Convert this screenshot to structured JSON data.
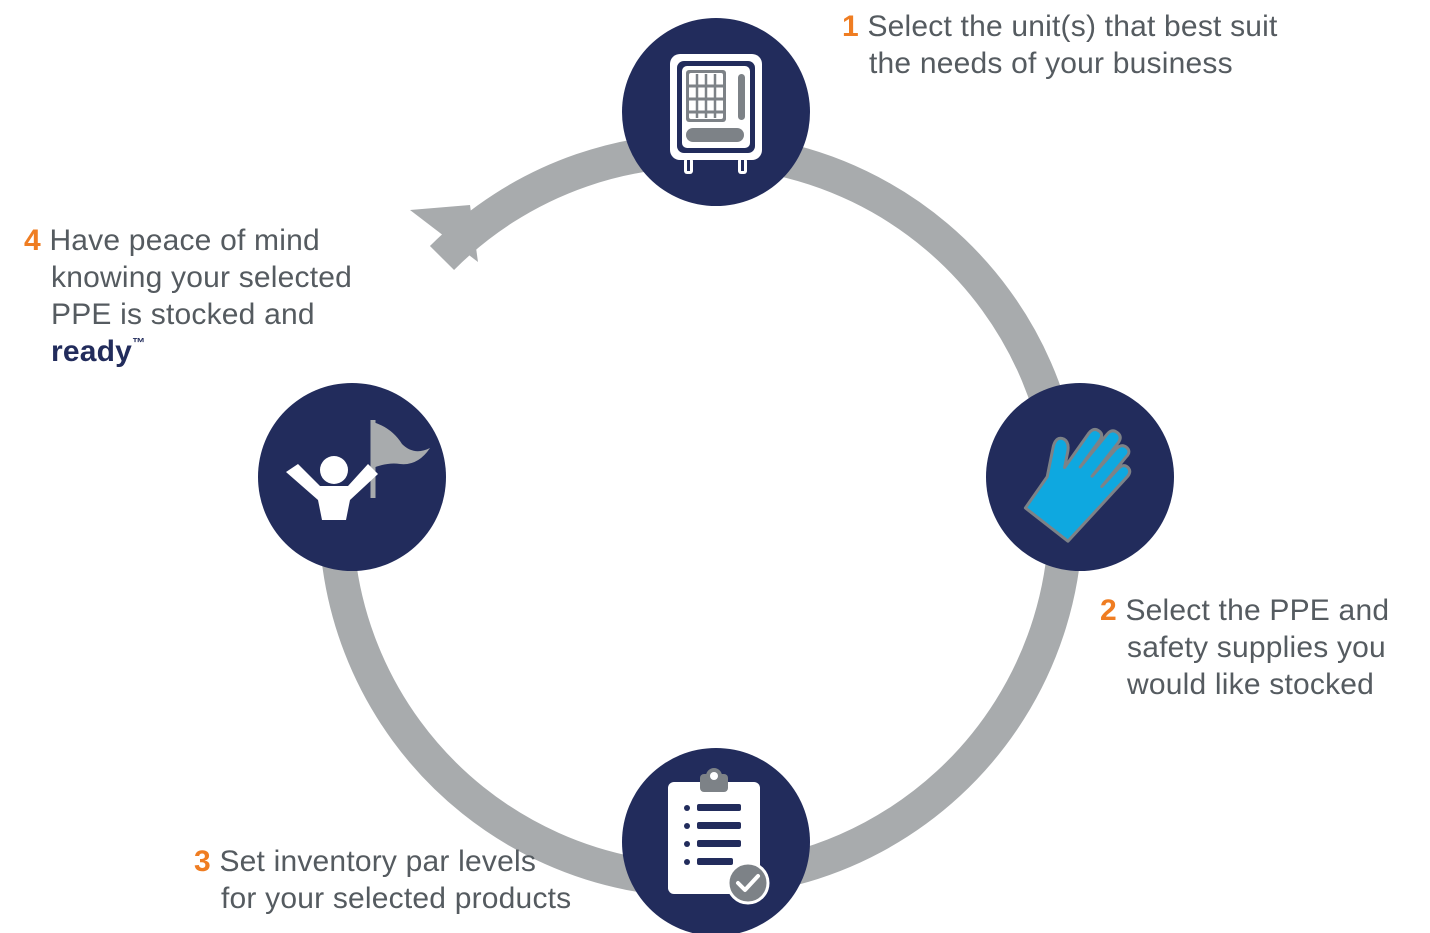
{
  "colors": {
    "circle": "#222c5c",
    "ring": "#a8abad",
    "accent": "#ef7d22",
    "glove": "#0ea8e0",
    "text": "#555b60"
  },
  "steps": [
    {
      "number": "1",
      "lines": [
        "Select the unit(s) that best suit",
        "the needs of your business"
      ],
      "icon": "vending-machine-icon"
    },
    {
      "number": "2",
      "lines": [
        "Select the PPE and",
        "safety supplies you",
        "would like stocked"
      ],
      "icon": "glove-icon"
    },
    {
      "number": "3",
      "lines": [
        "Set inventory par levels",
        "for your selected products"
      ],
      "icon": "clipboard-checklist-icon"
    },
    {
      "number": "4",
      "lines": [
        "Have peace of mind",
        "knowing your selected",
        "PPE is stocked and"
      ],
      "emphasis": "ready",
      "trademark": "™",
      "icon": "person-with-flag-icon"
    }
  ]
}
